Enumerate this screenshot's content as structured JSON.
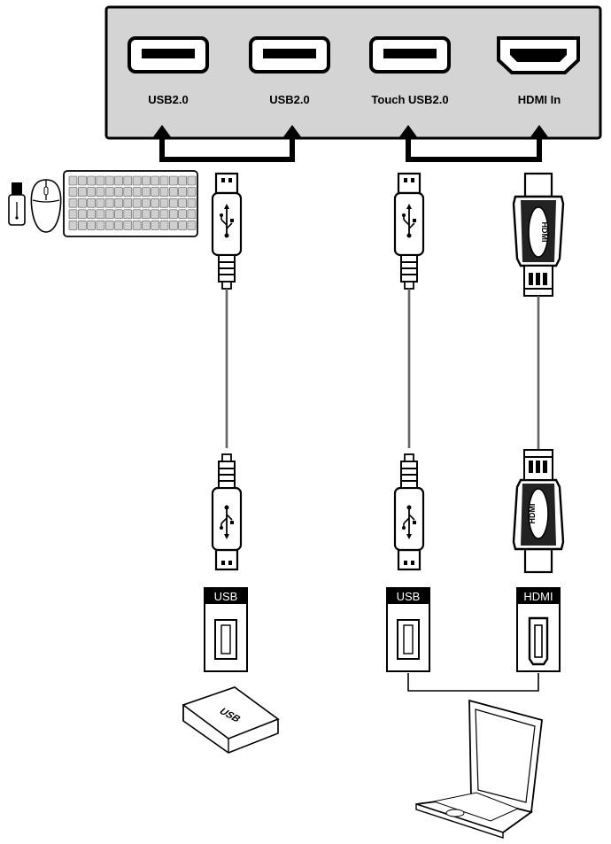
{
  "panel": {
    "ports": [
      {
        "label": "USB2.0",
        "kind": "usb-port"
      },
      {
        "label": "USB2.0",
        "kind": "usb-port"
      },
      {
        "label": "Touch USB2.0",
        "kind": "usb-port"
      },
      {
        "label": "HDMI In",
        "kind": "hdmi-port"
      }
    ]
  },
  "cables": [
    {
      "kind": "usb",
      "connector_text": ""
    },
    {
      "kind": "usb",
      "connector_text": ""
    },
    {
      "kind": "hdmi",
      "connector_text": "HDMI"
    }
  ],
  "devices": {
    "left_port_label": "USB",
    "right_usb_label": "USB",
    "right_hdmi_label": "HDMI",
    "drive_text": "USB"
  },
  "colors": {
    "panel_fill": "#d4d4d4",
    "stroke": "#000000",
    "port_tab": "#000000"
  },
  "icons": [
    "usb-dongle-icon",
    "mouse-icon",
    "keyboard-icon",
    "usb-drive-icon",
    "laptop-icon"
  ]
}
